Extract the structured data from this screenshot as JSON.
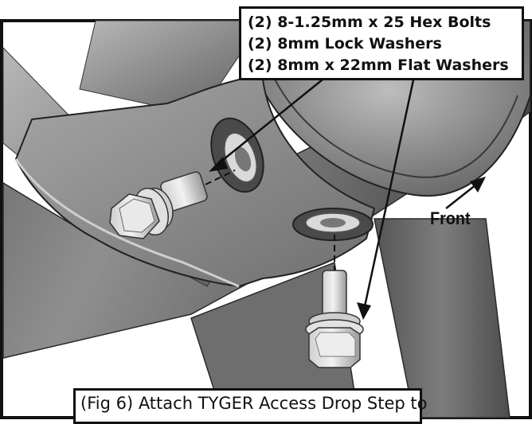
{
  "parts_callout": {
    "lines": [
      "(2) 8-1.25mm x 25 Hex Bolts",
      "(2) 8mm Lock Washers",
      "(2) 8mm x 22mm Flat Washers"
    ]
  },
  "direction_label": "Front",
  "caption": "(Fig 6) Attach TYGER Access Drop Step to",
  "colors": {
    "frame": "#111111",
    "tube_dark": "#5a5a5a",
    "tube_light": "#a8a8a8",
    "bracket": "#8c8c8c",
    "background": "#ffffff"
  }
}
